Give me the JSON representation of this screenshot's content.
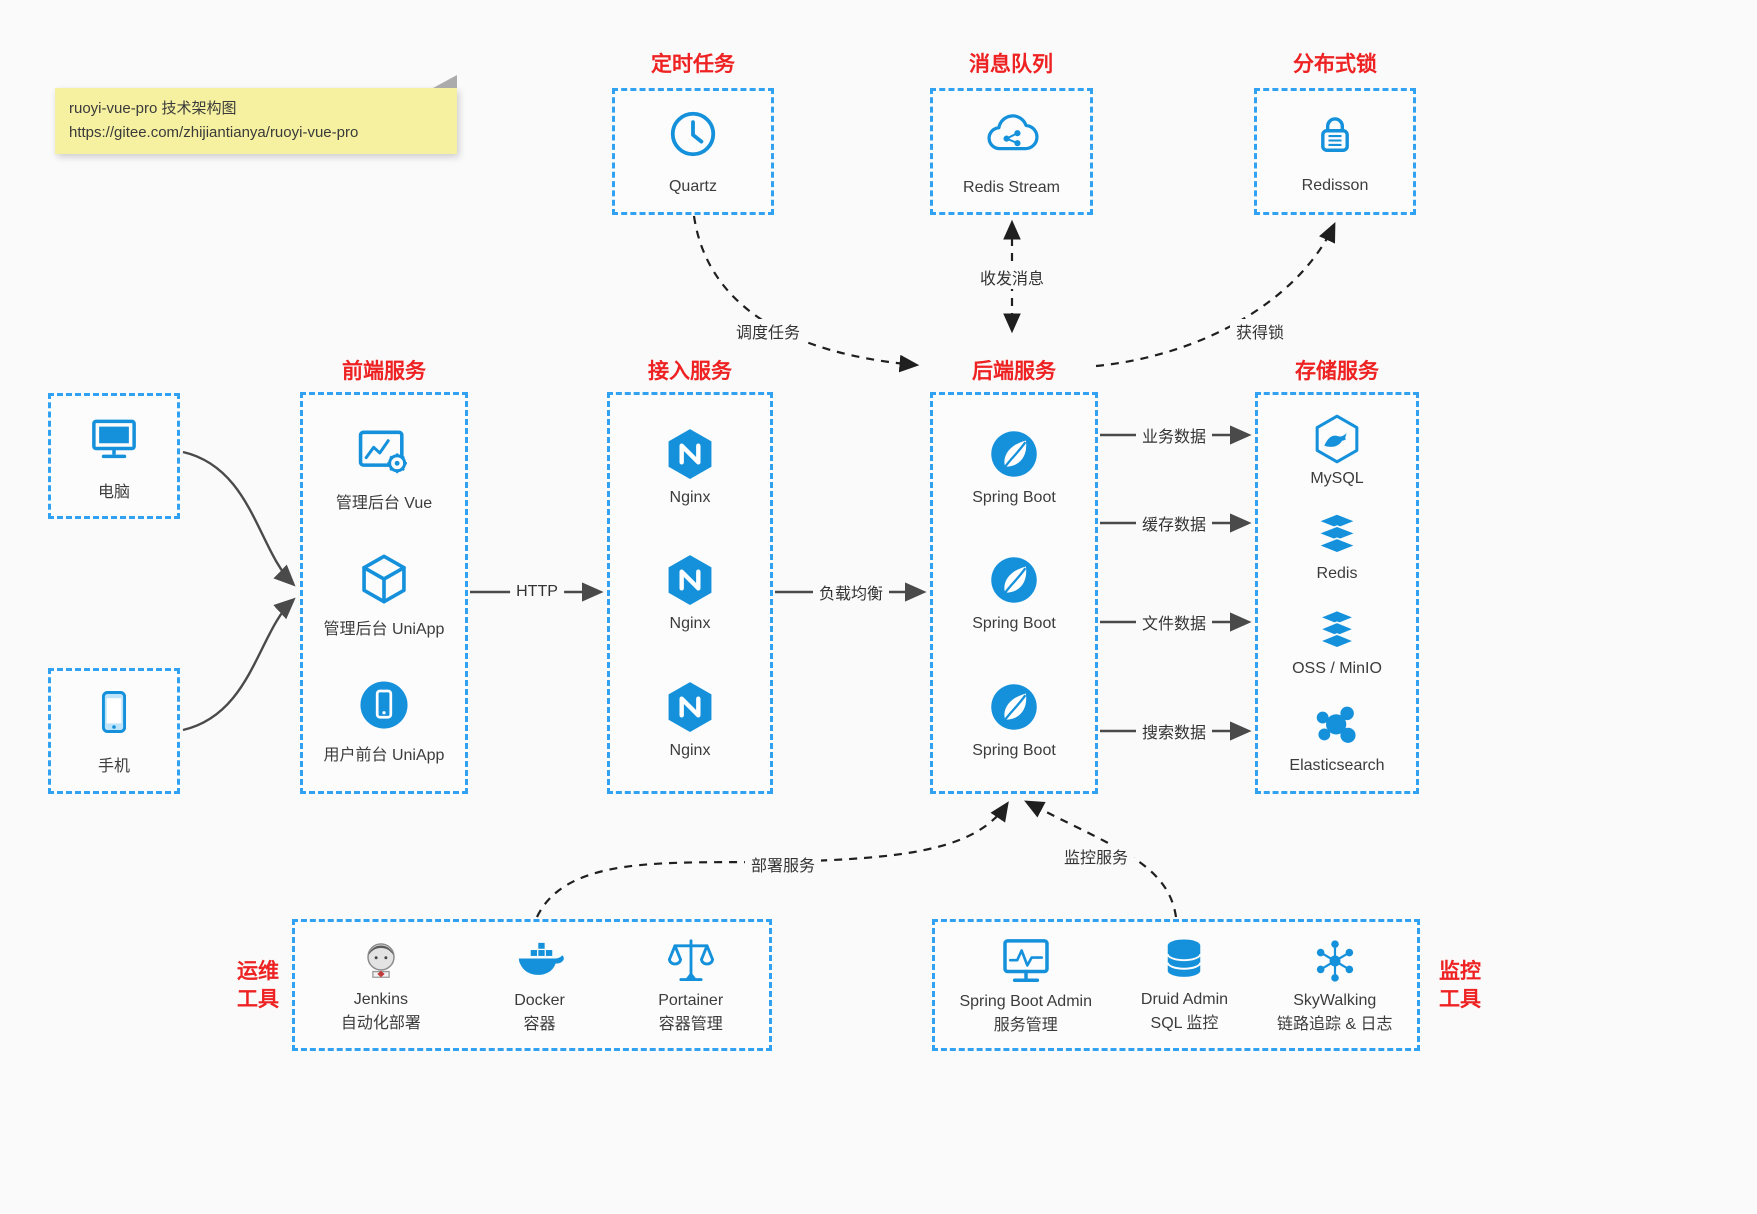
{
  "note": {
    "line1": "ruoyi-vue-pro 技术架构图",
    "line2": "https://gitee.com/zhijiantianya/ruoyi-vue-pro"
  },
  "colors": {
    "accent_blue": "#1591dc",
    "heading_red": "#ee2222"
  },
  "top": [
    {
      "title": "定时任务",
      "label": "Quartz",
      "icon": "clock-icon"
    },
    {
      "title": "消息队列",
      "label": "Redis Stream",
      "icon": "cloud-network-icon"
    },
    {
      "title": "分布式锁",
      "label": "Redisson",
      "icon": "lock-icon"
    }
  ],
  "clients": [
    {
      "label": "电脑",
      "icon": "desktop-icon"
    },
    {
      "label": "手机",
      "icon": "smartphone-icon"
    }
  ],
  "columns": [
    {
      "title": "前端服务",
      "items": [
        {
          "label": "管理后台 Vue",
          "icon": "admin-vue-icon"
        },
        {
          "label": "管理后台 UniApp",
          "icon": "uniapp-cube-icon"
        },
        {
          "label": "用户前台 UniApp",
          "icon": "user-app-icon"
        }
      ]
    },
    {
      "title": "接入服务",
      "items": [
        {
          "label": "Nginx",
          "icon": "nginx-icon"
        },
        {
          "label": "Nginx",
          "icon": "nginx-icon"
        },
        {
          "label": "Nginx",
          "icon": "nginx-icon"
        }
      ]
    },
    {
      "title": "后端服务",
      "items": [
        {
          "label": "Spring Boot",
          "icon": "spring-icon"
        },
        {
          "label": "Spring Boot",
          "icon": "spring-icon"
        },
        {
          "label": "Spring Boot",
          "icon": "spring-icon"
        }
      ]
    },
    {
      "title": "存储服务",
      "items": [
        {
          "label": "MySQL",
          "icon": "mysql-icon"
        },
        {
          "label": "Redis",
          "icon": "redis-stack-icon"
        },
        {
          "label": "OSS / MinIO",
          "icon": "oss-stack-icon"
        },
        {
          "label": "Elasticsearch",
          "icon": "elasticsearch-icon"
        }
      ]
    }
  ],
  "edges": {
    "http": "HTTP",
    "load_balance": "负载均衡",
    "business": "业务数据",
    "cache": "缓存数据",
    "file": "文件数据",
    "search": "搜索数据",
    "schedule": "调度任务",
    "message": "收发消息",
    "lock": "获得锁",
    "deploy": "部署服务",
    "monitor": "监控服务"
  },
  "ops": {
    "title_line1": "运维",
    "title_line2": "工具",
    "items": [
      {
        "name": "Jenkins",
        "desc": "自动化部署",
        "icon": "jenkins-icon"
      },
      {
        "name": "Docker",
        "desc": "容器",
        "icon": "docker-icon"
      },
      {
        "name": "Portainer",
        "desc": "容器管理",
        "icon": "portainer-icon"
      }
    ]
  },
  "monitoring": {
    "title_line1": "监控",
    "title_line2": "工具",
    "items": [
      {
        "name": "Spring Boot Admin",
        "desc": "服务管理",
        "icon": "spring-boot-admin-icon"
      },
      {
        "name": "Druid Admin",
        "desc": "SQL 监控",
        "icon": "druid-db-icon"
      },
      {
        "name": "SkyWalking",
        "desc": "链路追踪 & 日志",
        "icon": "skywalking-icon"
      }
    ]
  }
}
